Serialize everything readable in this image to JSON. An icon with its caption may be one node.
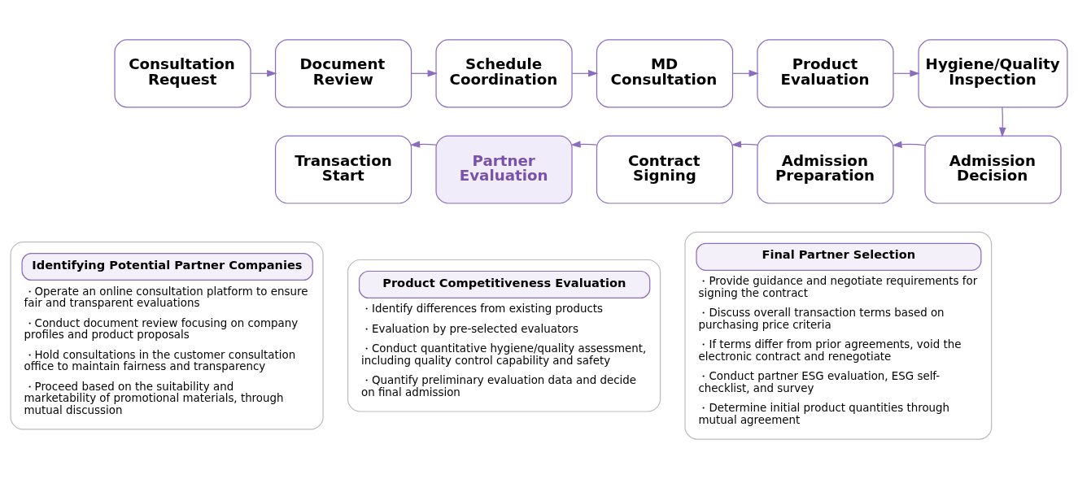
{
  "diagram": {
    "nodes": [
      {
        "text": [
          "Consultation Request"
        ]
      },
      {
        "text": [
          "Document Review"
        ]
      },
      {
        "text": [
          "Schedule Coordination"
        ]
      },
      {
        "text": [
          "MD Consultation"
        ]
      },
      {
        "text": [
          "Product Evaluation"
        ]
      },
      {
        "text": [
          "Hygiene/Quality Inspection"
        ]
      },
      {
        "text": [
          "Transaction Start"
        ]
      },
      {
        "text": [
          "Partner Evaluation"
        ]
      },
      {
        "text": [
          "Contract Signing"
        ]
      },
      {
        "text": [
          "Admission Preparation"
        ]
      },
      {
        "text": [
          "Admission Decision"
        ]
      },
      {
        "text": [
          "Identifying Potential Partner Companies",
          "・Operate an online consultation platform to ensure fair and transparent evaluations",
          "・Conduct document review focusing on company profiles and product proposals",
          "・Hold consultations in the customer consultation office to maintain fairness and transparency",
          "・Proceed based on the suitability and marketability of promotional materials, through mutual discussion"
        ]
      },
      {
        "text": [
          "Product Competitiveness Evaluation",
          "・Identify differences from existing products",
          "・Evaluation by pre-selected evaluators",
          "・Conduct quantitative hygiene/quality assessment, including quality control capability and safety",
          "・Quantify preliminary evaluation data and decide on final admission"
        ]
      },
      {
        "text": [
          "Final Partner Selection",
          "・Provide guidance and negotiate requirements for signing the contract",
          "・Discuss overall transaction terms based on purchasing price criteria",
          "・If terms differ from prior agreements, void the electronic contract and renegotiate",
          "・Conduct partner ESG evaluation, ESG self-checklist, and survey",
          "・Determine initial product quantities through mutual agreement"
        ]
      }
    ],
    "edges": [
      {
        "from": 0,
        "to": 1,
        "arrow": "to"
      },
      {
        "from": 1,
        "to": 2,
        "arrow": "to"
      },
      {
        "from": 2,
        "to": 3,
        "arrow": "to"
      },
      {
        "from": 3,
        "to": 4,
        "arrow": "to"
      },
      {
        "from": 4,
        "to": 5,
        "arrow": "to"
      },
      {
        "from": 5,
        "to": 10,
        "arrow": "to"
      },
      {
        "from": 10,
        "to": 9,
        "arrow": "to"
      },
      {
        "from": 9,
        "to": 8,
        "arrow": "to"
      },
      {
        "from": 8,
        "to": 7,
        "arrow": "to"
      },
      {
        "from": 7,
        "to": 6,
        "arrow": "to"
      }
    ]
  }
}
